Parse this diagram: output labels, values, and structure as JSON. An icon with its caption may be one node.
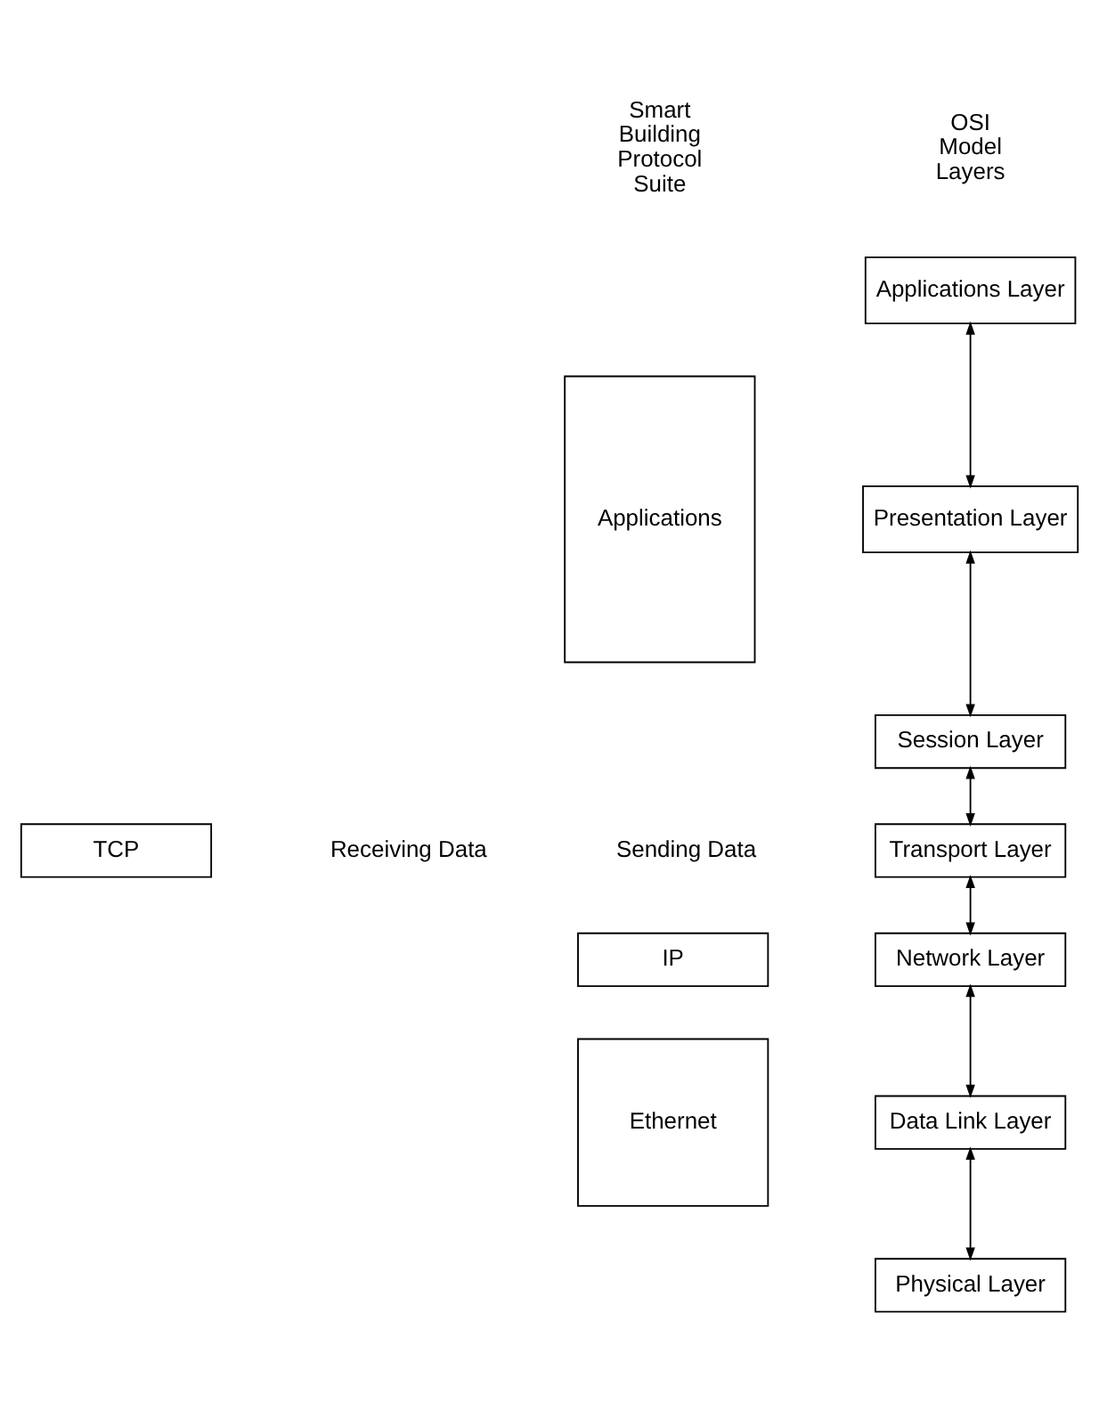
{
  "diagram": {
    "nodes": [
      {
        "text": [
          "Applications Layer"
        ]
      },
      {
        "text": [
          "Presentation Layer"
        ]
      },
      {
        "text": [
          "Session Layer"
        ]
      },
      {
        "text": [
          "Transport Layer"
        ]
      },
      {
        "text": [
          "Network Layer"
        ]
      },
      {
        "text": [
          "Data Link Layer"
        ]
      },
      {
        "text": [
          "Physical Layer"
        ]
      },
      {
        "text": [
          "Applications"
        ]
      },
      {
        "text": [
          "TCP"
        ]
      },
      {
        "text": [
          "IP"
        ]
      },
      {
        "text": [
          "Ethernet"
        ]
      }
    ],
    "edges": [
      {
        "from": 0,
        "to": 1,
        "arrow": "both"
      },
      {
        "from": 1,
        "to": 2,
        "arrow": "both"
      },
      {
        "from": 2,
        "to": 3,
        "arrow": "both"
      },
      {
        "from": 3,
        "to": 4,
        "arrow": "both"
      },
      {
        "from": 4,
        "to": 5,
        "arrow": "both"
      },
      {
        "from": 5,
        "to": 6,
        "arrow": "both"
      }
    ],
    "labels": [
      "OSI Model Layers",
      "Smart Building Protocol Suite",
      "Sending Data",
      "Receiving Data"
    ]
  }
}
